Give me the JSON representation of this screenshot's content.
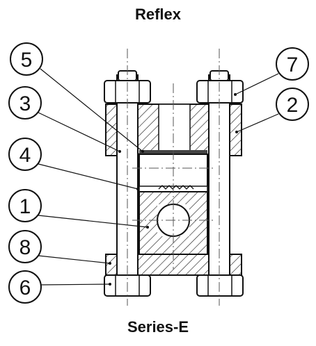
{
  "header": {
    "title": "Reflex"
  },
  "footer": {
    "subtitle": "Series-E"
  },
  "callouts": [
    {
      "label": "5"
    },
    {
      "label": "3"
    },
    {
      "label": "4"
    },
    {
      "label": "1"
    },
    {
      "label": "8"
    },
    {
      "label": "6"
    },
    {
      "label": "7"
    },
    {
      "label": "2"
    }
  ]
}
